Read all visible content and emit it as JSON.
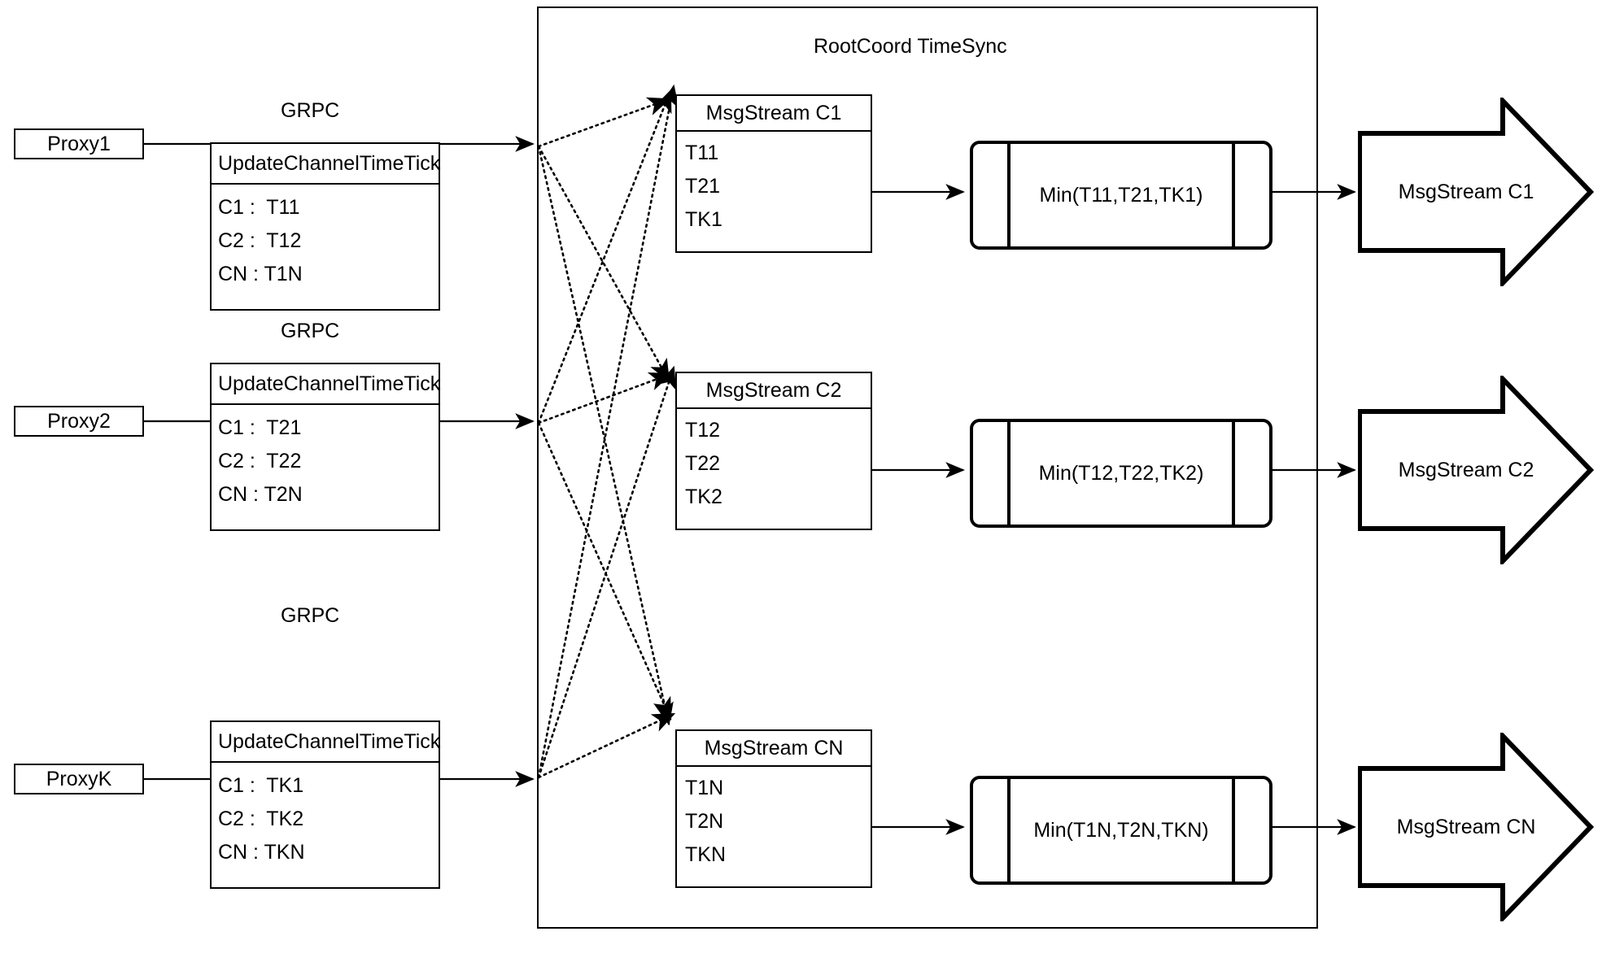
{
  "diagram": {
    "container_title": "RootCoord TimeSync",
    "grpc_label": "GRPC",
    "tick_title": "UpdateChannelTimeTick"
  },
  "proxies": [
    {
      "name": "Proxy1",
      "link_label": "GRPC",
      "tick_title": "UpdateChannelTimeTick",
      "rows": [
        "C1 :  T11",
        "C2 :  T12",
        "CN : T1N"
      ]
    },
    {
      "name": "Proxy2",
      "link_label": "GRPC",
      "tick_title": "UpdateChannelTimeTick",
      "rows": [
        "C1 :  T21",
        "C2 :  T22",
        "CN : T2N"
      ]
    },
    {
      "name": "ProxyK",
      "link_label": "GRPC",
      "tick_title": "UpdateChannelTimeTick",
      "rows": [
        "C1 :  TK1",
        "C2 :  TK2",
        "CN : TKN"
      ]
    }
  ],
  "channels": [
    {
      "stream_title": "MsgStream C1",
      "ticks": [
        "T11",
        "T21",
        "TK1"
      ],
      "min_label": "Min(T11,T21,TK1)",
      "output_label": "MsgStream C1"
    },
    {
      "stream_title": "MsgStream C2",
      "ticks": [
        "T12",
        "T22",
        "TK2"
      ],
      "min_label": "Min(T12,T22,TK2)",
      "output_label": "MsgStream C2"
    },
    {
      "stream_title": "MsgStream CN",
      "ticks": [
        "T1N",
        "T2N",
        "TKN"
      ],
      "min_label": "Min(T1N,T2N,TKN)",
      "output_label": "MsgStream CN"
    }
  ]
}
